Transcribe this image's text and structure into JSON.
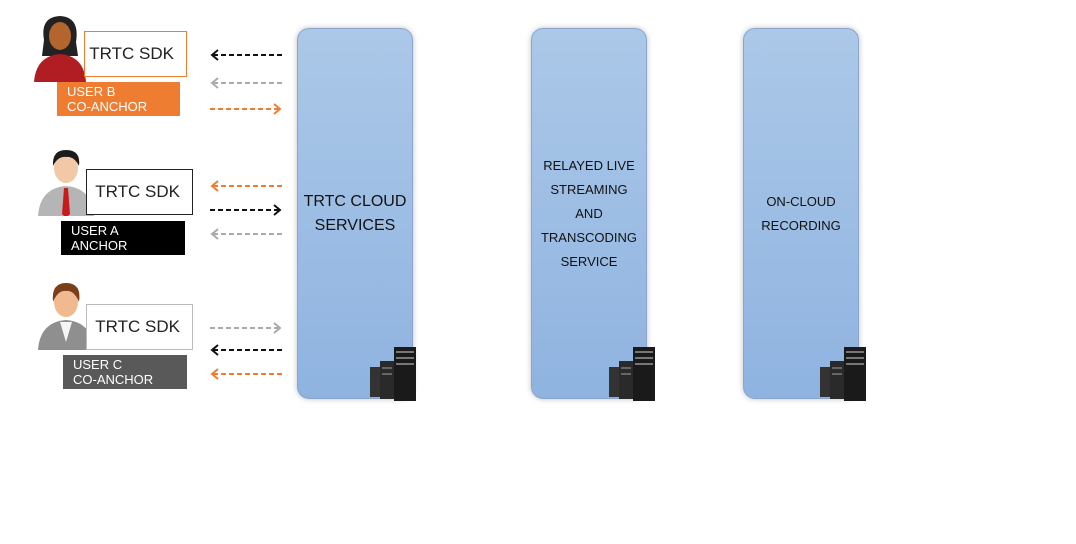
{
  "users": [
    {
      "sdk": "TRTC SDK",
      "name": "USER B",
      "role": "CO-ANCHOR",
      "color": "#ee7d31"
    },
    {
      "sdk": "TRTC SDK",
      "name": "USER A",
      "role": "ANCHOR",
      "color": "#000000"
    },
    {
      "sdk": "TRTC SDK",
      "name": "USER C",
      "role": "CO-ANCHOR",
      "color": "#595959"
    }
  ],
  "services": [
    {
      "label": "TRTC CLOUD\nSERVICES"
    },
    {
      "label": "RELAYED LIVE\nSTREAMING\nAND\nTRANSCODING\nSERVICE"
    },
    {
      "label": "ON-CLOUD\nRECORDING"
    }
  ],
  "colors": {
    "black": "#111111",
    "grey": "#aaaaaa",
    "orange": "#ee7d31",
    "service": "#9dbde6"
  }
}
